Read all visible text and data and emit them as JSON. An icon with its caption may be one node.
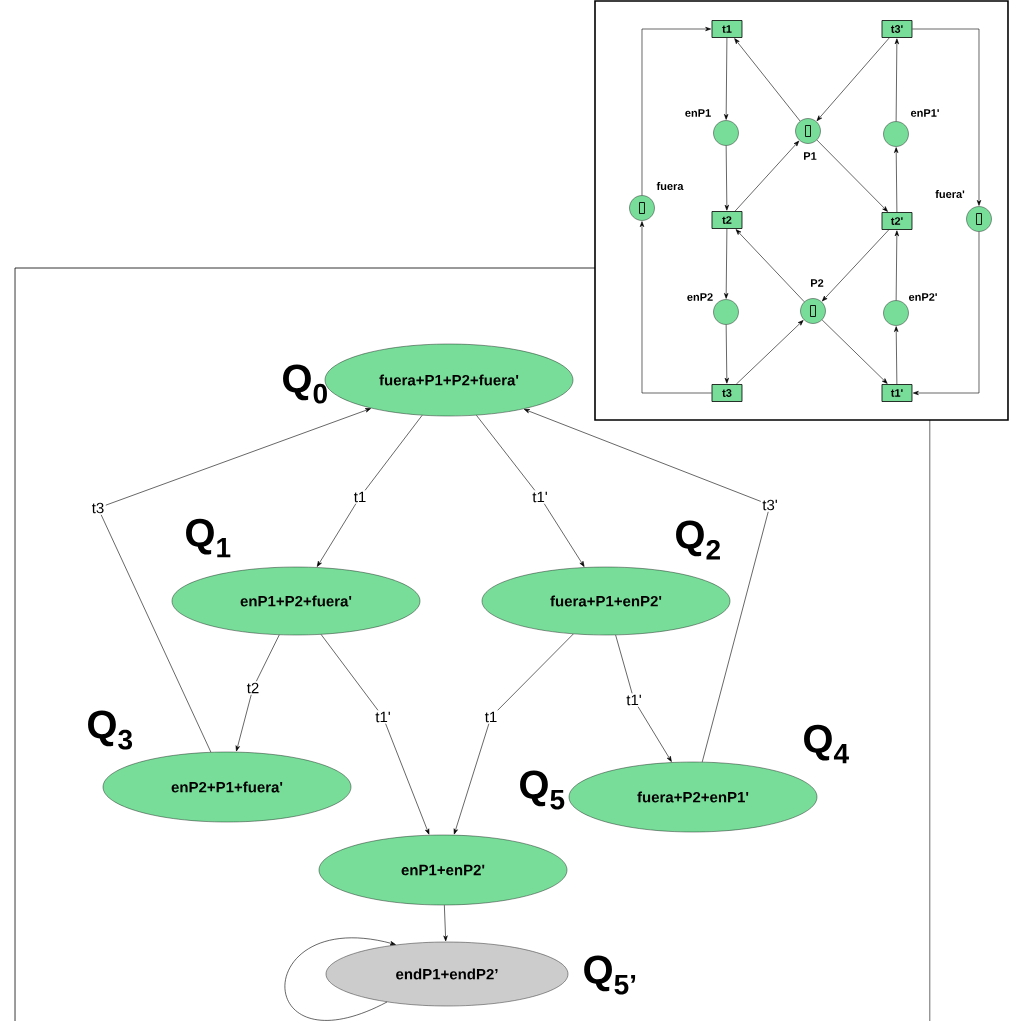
{
  "diagram": {
    "nodes": [
      {
        "text": [
          "t1"
        ]
      },
      {
        "text": [
          "t3'"
        ]
      },
      {
        "text": [],
        "shape": "circle",
        "beside": [
          "enP1"
        ]
      },
      {
        "text": [],
        "shape": "circle",
        "beside": [
          "P1"
        ]
      },
      {
        "text": [],
        "shape": "circle",
        "beside": [
          "enP1'"
        ]
      },
      {
        "text": [],
        "shape": "circle",
        "beside": [
          "fuera"
        ]
      },
      {
        "text": [
          "t2"
        ]
      },
      {
        "text": [
          "t2'"
        ]
      },
      {
        "text": [],
        "shape": "circle",
        "beside": [
          "fuera'"
        ]
      },
      {
        "text": [],
        "shape": "circle",
        "beside": [
          "enP2"
        ]
      },
      {
        "text": [],
        "shape": "circle",
        "beside": [
          "P2"
        ]
      },
      {
        "text": [],
        "shape": "circle",
        "beside": [
          "enP2'"
        ]
      },
      {
        "text": [
          "t3"
        ]
      },
      {
        "text": [
          "t1'"
        ]
      },
      {
        "text": [
          "fuera+P1+P2+fuera'"
        ],
        "beside": [
          "Q$_{0}$"
        ]
      },
      {
        "text": [
          "enP1+P2+fuera'"
        ],
        "beside": [
          "Q$_{1}$"
        ]
      },
      {
        "text": [
          "fuera+P1+enP2'"
        ],
        "beside": [
          "Q$_{2}$"
        ]
      },
      {
        "text": [
          "enP2+P1+fuera'"
        ],
        "beside": [
          "Q$_{3}$"
        ]
      },
      {
        "text": [
          "fuera+P2+enP1'"
        ],
        "beside": [
          "Q$_{4}$"
        ]
      },
      {
        "text": [
          "enP1+enP2'"
        ],
        "beside": [
          "Q$_{5}$"
        ]
      },
      {
        "text": [
          "endP1+endP2’"
        ],
        "beside": [
          "Q$_{5’}$"
        ]
      }
    ],
    "edges": [
      {
        "from": 5,
        "to": 0,
        "arrow": "to"
      },
      {
        "from": 0,
        "to": 2,
        "arrow": "to"
      },
      {
        "from": 2,
        "to": 6,
        "arrow": "to"
      },
      {
        "from": 6,
        "to": 9,
        "arrow": "to"
      },
      {
        "from": 9,
        "to": 12,
        "arrow": "to"
      },
      {
        "from": 12,
        "to": 5,
        "arrow": "to"
      },
      {
        "from": 3,
        "to": 0,
        "arrow": "to"
      },
      {
        "from": 1,
        "to": 3,
        "arrow": "to"
      },
      {
        "from": 6,
        "to": 3,
        "arrow": "to"
      },
      {
        "from": 3,
        "to": 7,
        "arrow": "to"
      },
      {
        "from": 7,
        "to": 4,
        "arrow": "to"
      },
      {
        "from": 4,
        "to": 1,
        "arrow": "to"
      },
      {
        "from": 1,
        "to": 8,
        "arrow": "to"
      },
      {
        "from": 8,
        "to": 13,
        "arrow": "to"
      },
      {
        "from": 13,
        "to": 11,
        "arrow": "to"
      },
      {
        "from": 11,
        "to": 7,
        "arrow": "to"
      },
      {
        "from": 10,
        "to": 6,
        "arrow": "to"
      },
      {
        "from": 7,
        "to": 10,
        "arrow": "to"
      },
      {
        "from": 12,
        "to": 10,
        "arrow": "to"
      },
      {
        "from": 10,
        "to": 13,
        "arrow": "to"
      },
      {
        "from": 14,
        "to": 15,
        "arrow": "to",
        "label": "t1"
      },
      {
        "from": 14,
        "to": 16,
        "arrow": "to",
        "label": "t1'"
      },
      {
        "from": 17,
        "to": 14,
        "arrow": "to",
        "label": "t3"
      },
      {
        "from": 18,
        "to": 14,
        "arrow": "to",
        "label": "t3'"
      },
      {
        "from": 15,
        "to": 17,
        "arrow": "to",
        "label": "t2"
      },
      {
        "from": 15,
        "to": 19,
        "arrow": "to",
        "label": "t1'"
      },
      {
        "from": 16,
        "to": 19,
        "arrow": "to",
        "label": "t1"
      },
      {
        "from": 16,
        "to": 18,
        "arrow": "to",
        "label": "t1'"
      },
      {
        "from": 19,
        "to": 20,
        "arrow": "to"
      },
      {
        "from": 20,
        "to": 20,
        "arrow": "to"
      }
    ]
  }
}
